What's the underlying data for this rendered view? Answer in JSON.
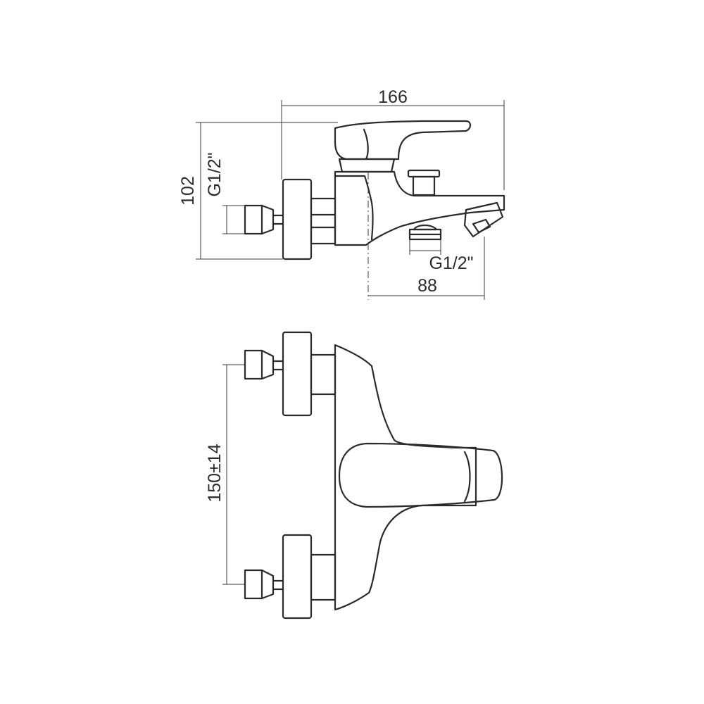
{
  "top_view": {
    "dim_width": "166",
    "dim_height": "102",
    "thread_inlet": "G1/2\"",
    "thread_outlet": "G1/2\"",
    "dim_outlet_offset": "88"
  },
  "front_view": {
    "dim_centers": "150±14"
  }
}
